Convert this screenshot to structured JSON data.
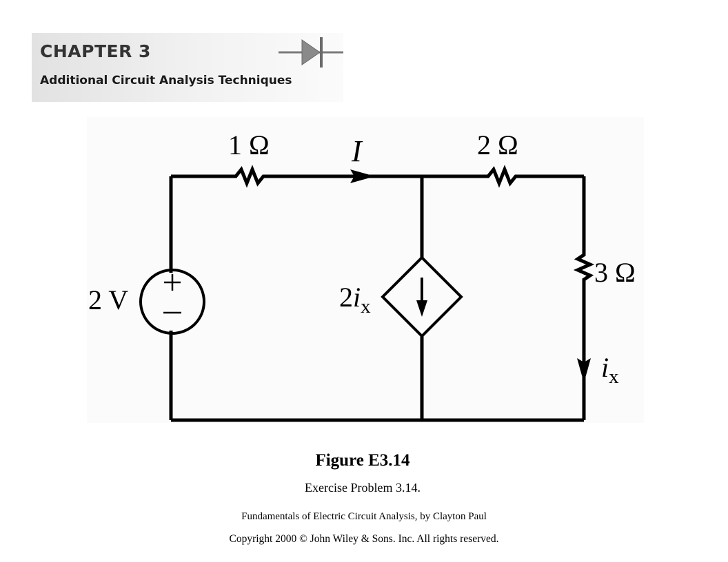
{
  "header": {
    "chapter_title": "CHAPTER 3",
    "chapter_subtitle": "Additional Circuit Analysis Techniques",
    "icon": "diode-icon"
  },
  "circuit": {
    "resistor_1": {
      "value": "1",
      "unit": "Ω"
    },
    "resistor_2": {
      "value": "2",
      "unit": "Ω"
    },
    "resistor_3": {
      "value": "3",
      "unit": "Ω"
    },
    "current_I": "I",
    "voltage_source": {
      "value": "2",
      "unit": "V",
      "plus": "+",
      "minus": "–"
    },
    "dependent_source": {
      "coefficient": "2",
      "variable": "i",
      "subscript": "x"
    },
    "current_ix": {
      "variable": "i",
      "subscript": "x"
    }
  },
  "caption": {
    "figure_label": "Figure E3.14",
    "figure_subtitle": "Exercise Problem 3.14.",
    "book_credit": "Fundamentals of Electric Circuit Analysis, by Clayton Paul",
    "copyright": "Copyright 2000 © John Wiley & Sons. Inc. All rights reserved."
  }
}
